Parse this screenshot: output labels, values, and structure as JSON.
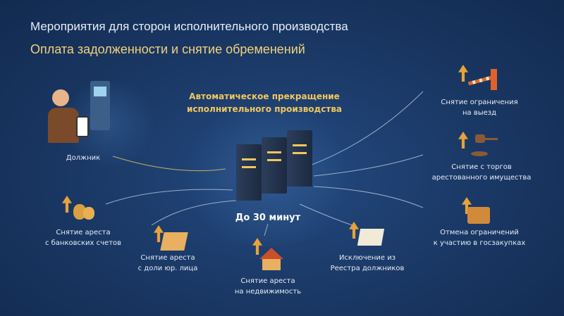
{
  "header": {
    "title": "Мероприятия для сторон исполнительного производства",
    "subtitle": "Оплата задолженности и снятие обременений"
  },
  "center": {
    "heading_line1": "Автоматическое прекращение",
    "heading_line2": "исполнительного производства",
    "time": "До 30 минут"
  },
  "debtor": {
    "label": "Должник"
  },
  "outcomes": [
    {
      "line1": "Снятие ограничения",
      "line2": "на выезд",
      "icon": "barrier-icon"
    },
    {
      "line1": "Снятие с торгов",
      "line2": "арестованного имущества",
      "icon": "gavel-icon"
    },
    {
      "line1": "Отмена ограничений",
      "line2": "к участию в госзакупках",
      "icon": "briefcase-icon"
    },
    {
      "line1": "Исключение из",
      "line2": "Реестра должников",
      "icon": "document-icon"
    },
    {
      "line1": "Снятие ареста",
      "line2": "на недвижимость",
      "icon": "house-icon"
    },
    {
      "line1": "Снятие ареста",
      "line2": "с доли юр. лица",
      "icon": "folder-icon"
    },
    {
      "line1": "Снятие ареста",
      "line2": "с банковских счетов",
      "icon": "coins-icon"
    }
  ],
  "colors": {
    "background": "#1b3a68",
    "accent": "#f2c75c",
    "icon": "#e8a23a"
  }
}
